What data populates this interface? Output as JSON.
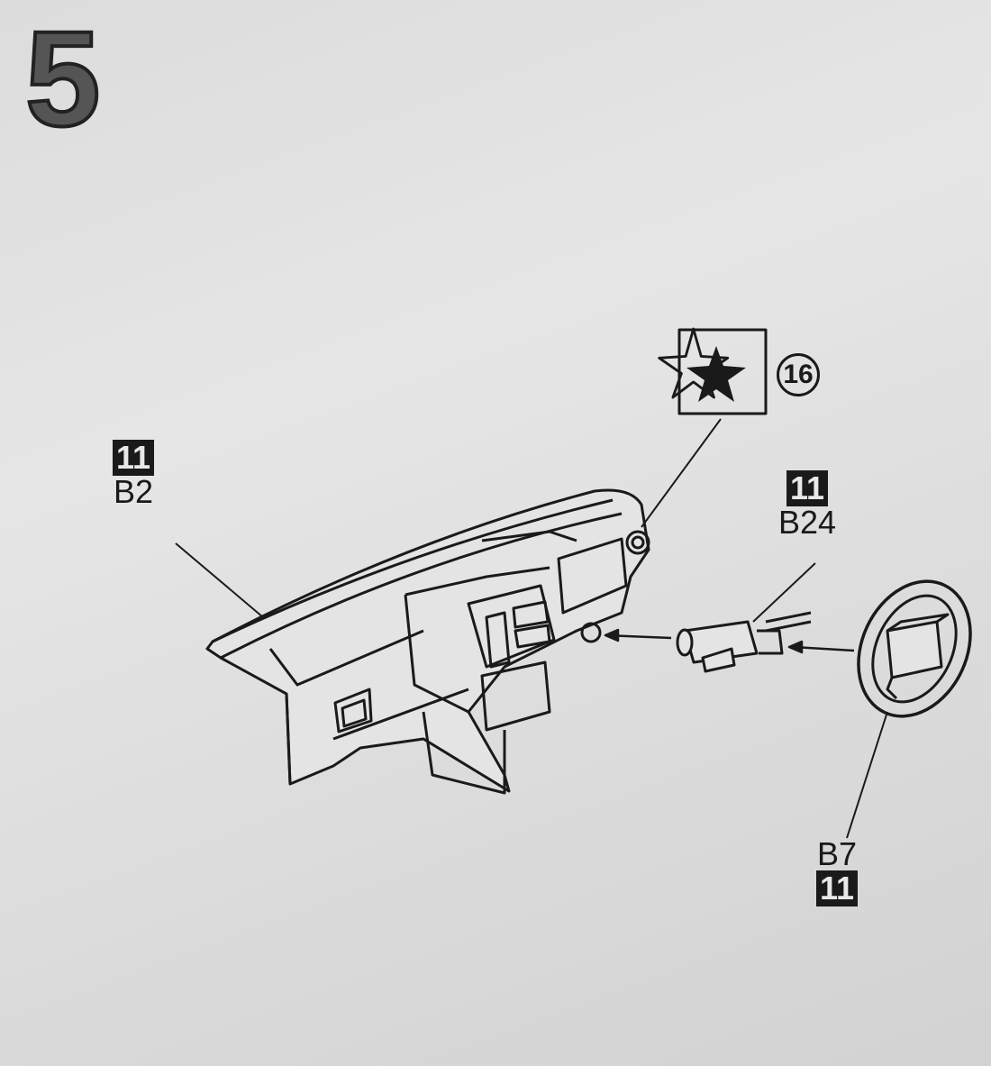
{
  "step_number": "5",
  "parts": [
    {
      "color_code": "11",
      "part": "B2"
    },
    {
      "color_code": "11",
      "part": "B24"
    },
    {
      "color_code": "11",
      "part": "B7"
    }
  ],
  "decal": {
    "icon": "star-decal-icon",
    "number": "16"
  }
}
